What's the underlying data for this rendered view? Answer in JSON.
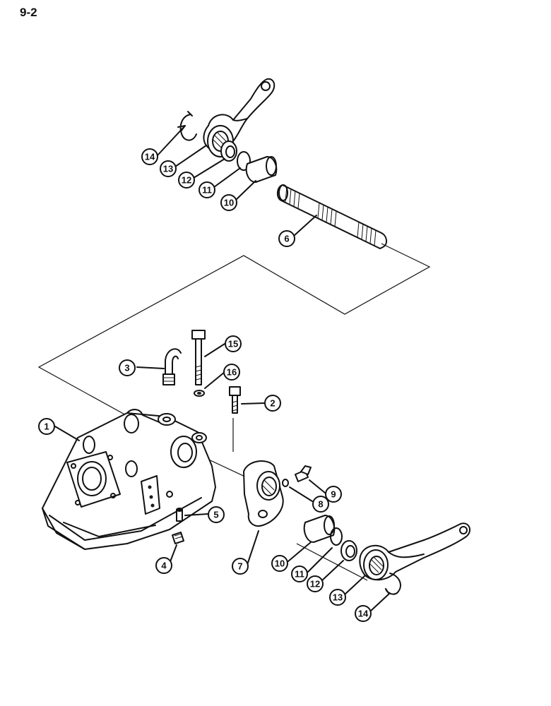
{
  "page": {
    "number": "9-2"
  },
  "callouts": [
    {
      "id": "c14-top",
      "label": "14"
    },
    {
      "id": "c13-top",
      "label": "13"
    },
    {
      "id": "c12-top",
      "label": "12"
    },
    {
      "id": "c11-top",
      "label": "11"
    },
    {
      "id": "c10-top",
      "label": "10"
    },
    {
      "id": "c6",
      "label": "6"
    },
    {
      "id": "c15",
      "label": "15"
    },
    {
      "id": "c3",
      "label": "3"
    },
    {
      "id": "c16",
      "label": "16"
    },
    {
      "id": "c2",
      "label": "2"
    },
    {
      "id": "c1",
      "label": "1"
    },
    {
      "id": "c9",
      "label": "9"
    },
    {
      "id": "c8",
      "label": "8"
    },
    {
      "id": "c5",
      "label": "5"
    },
    {
      "id": "c4",
      "label": "4"
    },
    {
      "id": "c7",
      "label": "7"
    },
    {
      "id": "c10-bot",
      "label": "10"
    },
    {
      "id": "c11-bot",
      "label": "11"
    },
    {
      "id": "c12-bot",
      "label": "12"
    },
    {
      "id": "c13-bot",
      "label": "13"
    },
    {
      "id": "c14-bot",
      "label": "14"
    }
  ]
}
